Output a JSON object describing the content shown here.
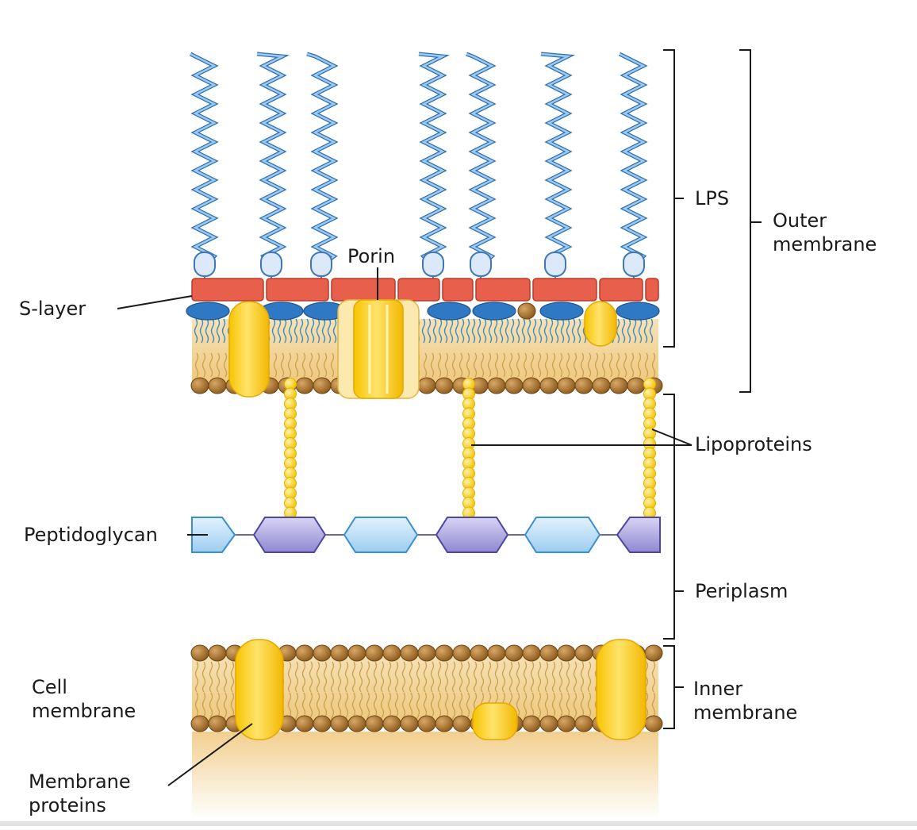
{
  "labels": {
    "lps": "LPS",
    "outer_membrane": [
      "Outer",
      "membrane"
    ],
    "porin": "Porin",
    "s_layer": "S-layer",
    "lipoproteins": "Lipoproteins",
    "peptidoglycan": "Peptidoglycan",
    "periplasm": "Periplasm",
    "cell_membrane": [
      "Cell",
      "membrane"
    ],
    "inner_membrane": [
      "Inner",
      "membrane"
    ],
    "membrane_proteins": [
      "Membrane",
      "proteins"
    ]
  },
  "colors": {
    "lps_chain": "#5b9bd5",
    "lps_head": "#dbe9fa",
    "s_layer": "#e8604c",
    "lipid_head": "#a8742e",
    "membrane_fill": "#f4d9a0",
    "protein": "#ffd21a",
    "pg_light": "#bfe0f7",
    "pg_purple": "#9d97d9",
    "lps_lipid_head": "#2f78c4"
  }
}
